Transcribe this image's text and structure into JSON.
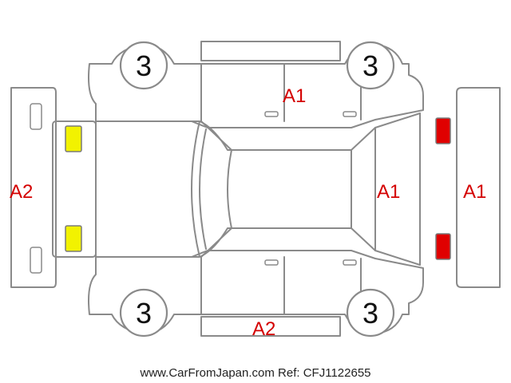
{
  "wheels": {
    "front_left": "3",
    "front_right": "3",
    "rear_left": "3",
    "rear_right": "3"
  },
  "damage_codes": {
    "roof_upper": "A1",
    "front_bumper": "A2",
    "rear_window": "A1",
    "rear_bumper": "A1",
    "side_bottom": "A2"
  },
  "lamps": {
    "front_color": "#f2f200",
    "rear_color": "#e00000"
  },
  "footer": {
    "text": "www.CarFromJapan.com Ref: CFJ1122655"
  }
}
